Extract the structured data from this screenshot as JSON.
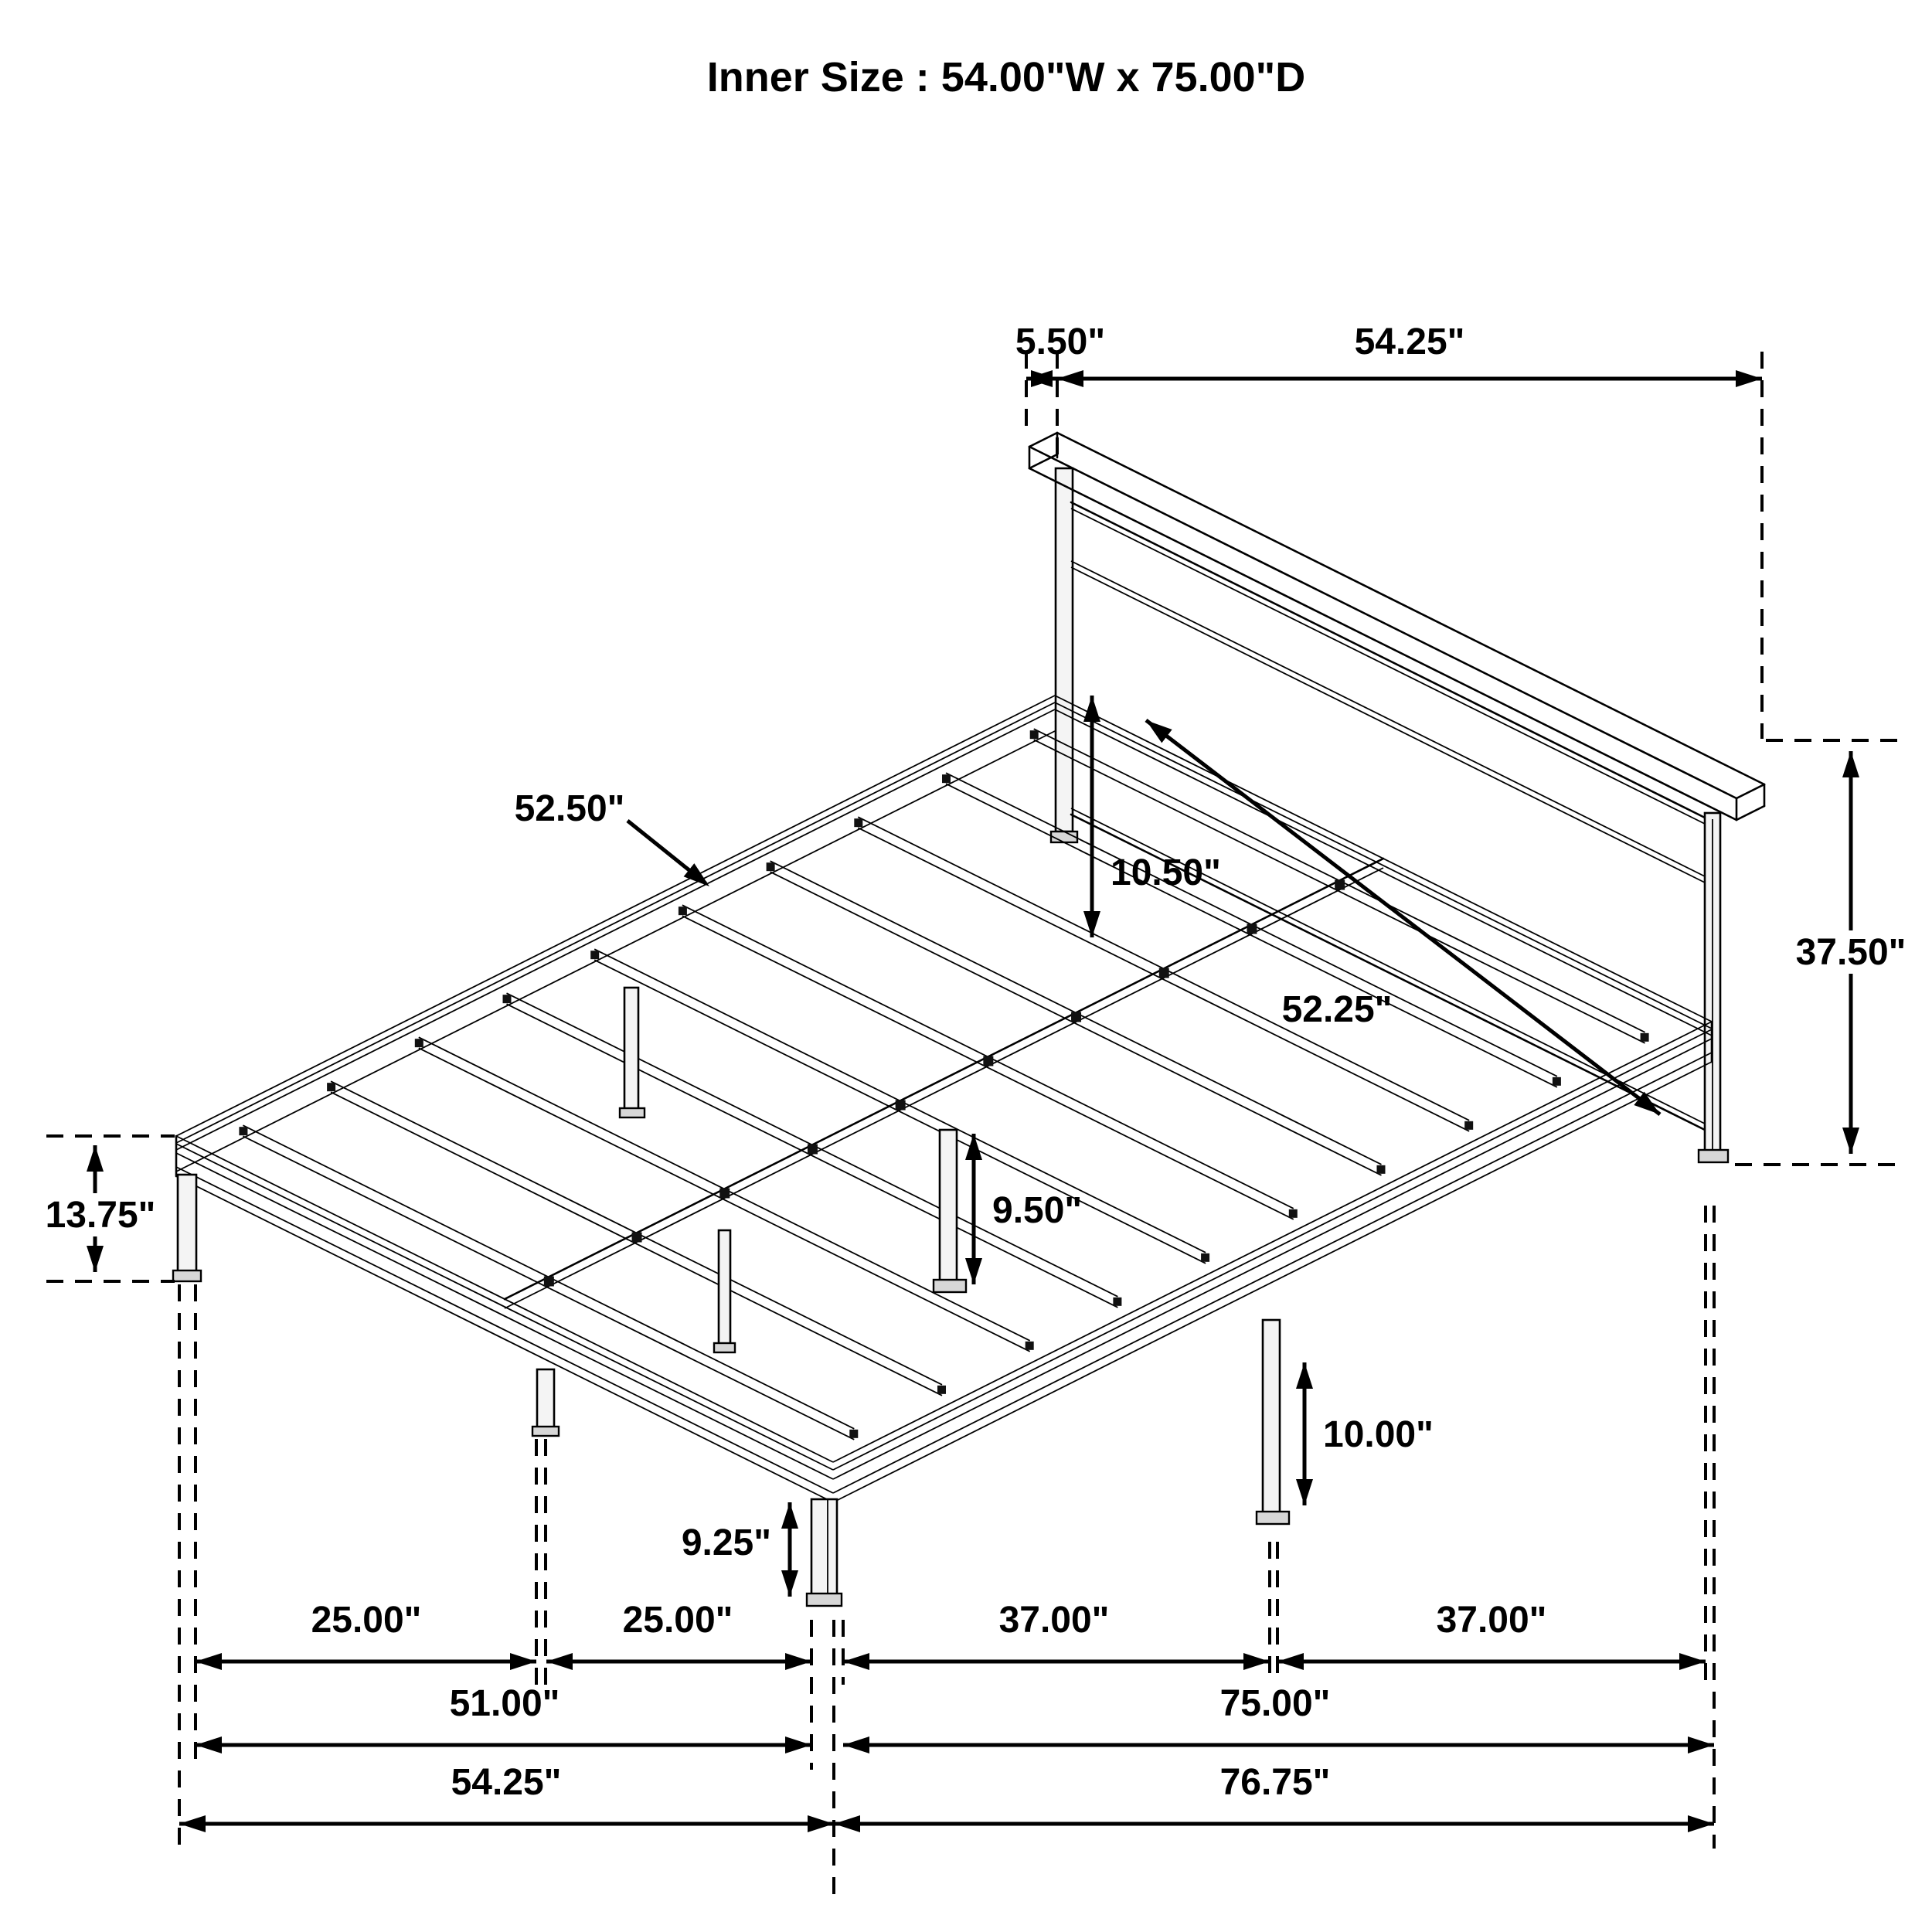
{
  "title": "Inner Size : 54.00\"W x 75.00\"D",
  "diagram": {
    "type": "isometric-bed-frame-dimension-drawing",
    "units": "inches"
  },
  "dimensions": {
    "top_cap_depth": {
      "label": "5.50\"",
      "meaning": "headboard cap depth"
    },
    "top_width": {
      "label": "54.25\"",
      "meaning": "headboard overall width"
    },
    "headboard_gap": {
      "label": "10.50\"",
      "meaning": "gap between deck and headboard panel"
    },
    "slat_rail": {
      "label": "52.50\"",
      "meaning": "slat support rail length"
    },
    "headboard_diag": {
      "label": "52.25\"",
      "meaning": "headboard panel length"
    },
    "headboard_height": {
      "label": "37.50\"",
      "meaning": "headboard height from floor"
    },
    "side_rail_height": {
      "label": "13.75\"",
      "meaning": "side rail top height"
    },
    "center_leg": {
      "label": "9.50\"",
      "meaning": "center support leg height"
    },
    "mid_leg": {
      "label": "10.00\"",
      "meaning": "mid support leg height"
    },
    "front_leg": {
      "label": "9.25\"",
      "meaning": "front corner leg height"
    },
    "foot_a": {
      "label": "25.00\"",
      "meaning": "foot side left leg spacing"
    },
    "foot_b": {
      "label": "25.00\"",
      "meaning": "foot side right leg spacing"
    },
    "depth_a": {
      "label": "37.00\"",
      "meaning": "side rail front leg spacing"
    },
    "depth_b": {
      "label": "37.00\"",
      "meaning": "side rail rear leg spacing"
    },
    "foot_inner": {
      "label": "51.00\"",
      "meaning": "inner width between corner legs"
    },
    "depth_inner": {
      "label": "75.00\"",
      "meaning": "inner depth between corner legs"
    },
    "foot_outer": {
      "label": "54.25\"",
      "meaning": "overall outer width"
    },
    "depth_outer": {
      "label": "76.75\"",
      "meaning": "overall outer depth"
    }
  }
}
